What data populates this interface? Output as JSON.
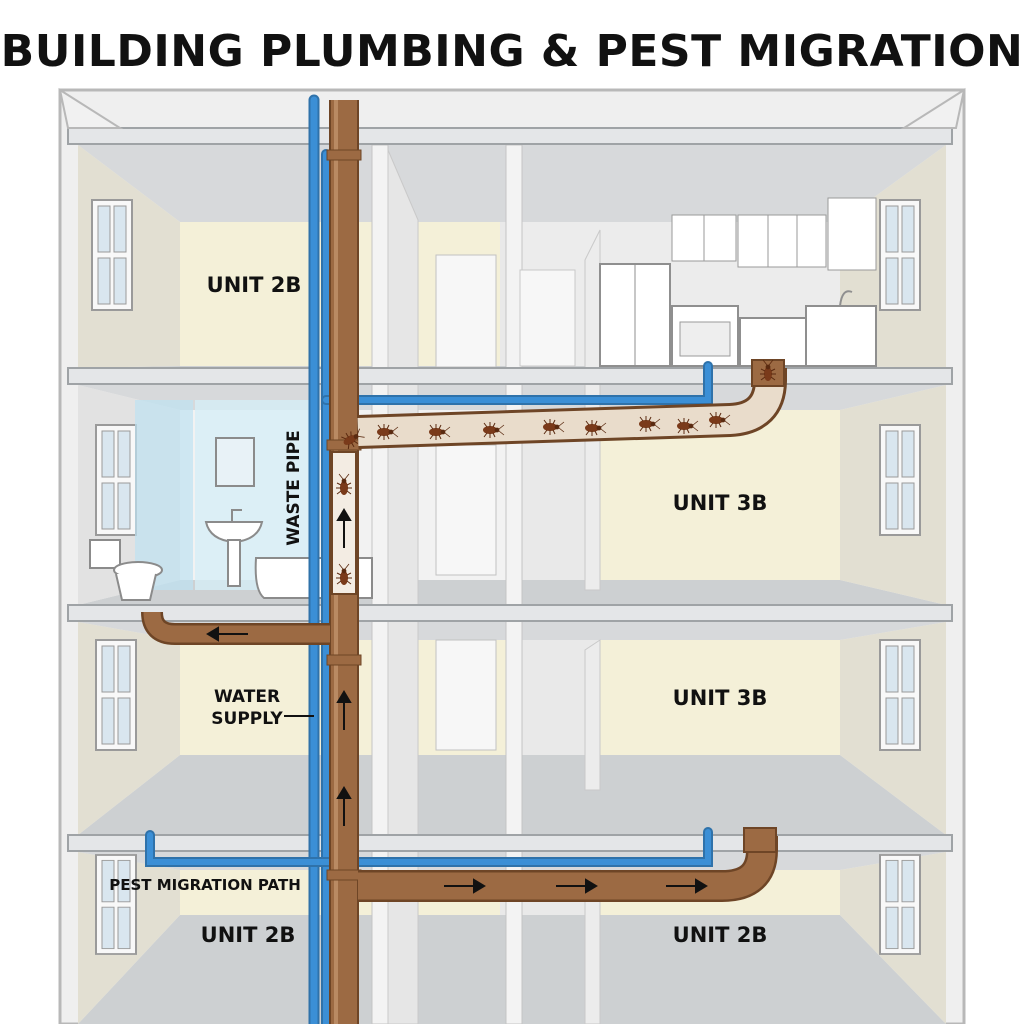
{
  "title": "BUILDING PLUMBING & PEST MIGRATION",
  "labels": {
    "unit_top_left": "UNIT 2B",
    "unit_upper_right": "UNIT 3B",
    "unit_middle_right": "UNIT 3B",
    "unit_bottom_left": "UNIT 2B",
    "unit_bottom_right": "UNIT 2B",
    "waste_pipe": "WASTE PIPE",
    "water_supply_line1": "WATER",
    "water_supply_line2": "SUPPLY",
    "pest_migration_path": "PEST MIGRATION PATH"
  },
  "colors": {
    "waste_pipe": "#9c6a43",
    "waste_pipe_dark": "#6e4526",
    "water_pipe": "#3b8fd6",
    "pest": "#7a3a1a",
    "wall": "#e6e6e6",
    "room_back": "#f4f0d8",
    "slab": "#cfd3d6"
  },
  "icons": [
    "cockroach-icon",
    "arrow-up-icon",
    "arrow-right-icon",
    "arrow-left-icon",
    "window-icon",
    "toilet-icon",
    "sink-icon",
    "bathtub-icon",
    "refrigerator-icon",
    "stove-icon",
    "cabinet-icon"
  ]
}
